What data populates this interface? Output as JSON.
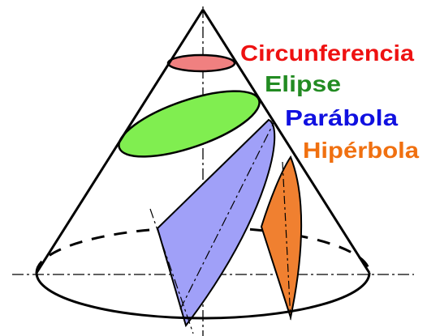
{
  "labels": {
    "circunferencia": "Circunferencia",
    "elipse": "Elipse",
    "parabola": "Parábola",
    "hiperbola": "Hipérbola"
  },
  "colors": {
    "circunferencia": "#ee1111",
    "elipse": "#228B22",
    "parabola": "#1010e0",
    "hiperbola": "#f07010",
    "circle_fill": "#f08080",
    "ellipse_fill": "#80ee50",
    "parabola_fill": "#a0a0f8",
    "hyperbola_fill": "#f08030"
  }
}
